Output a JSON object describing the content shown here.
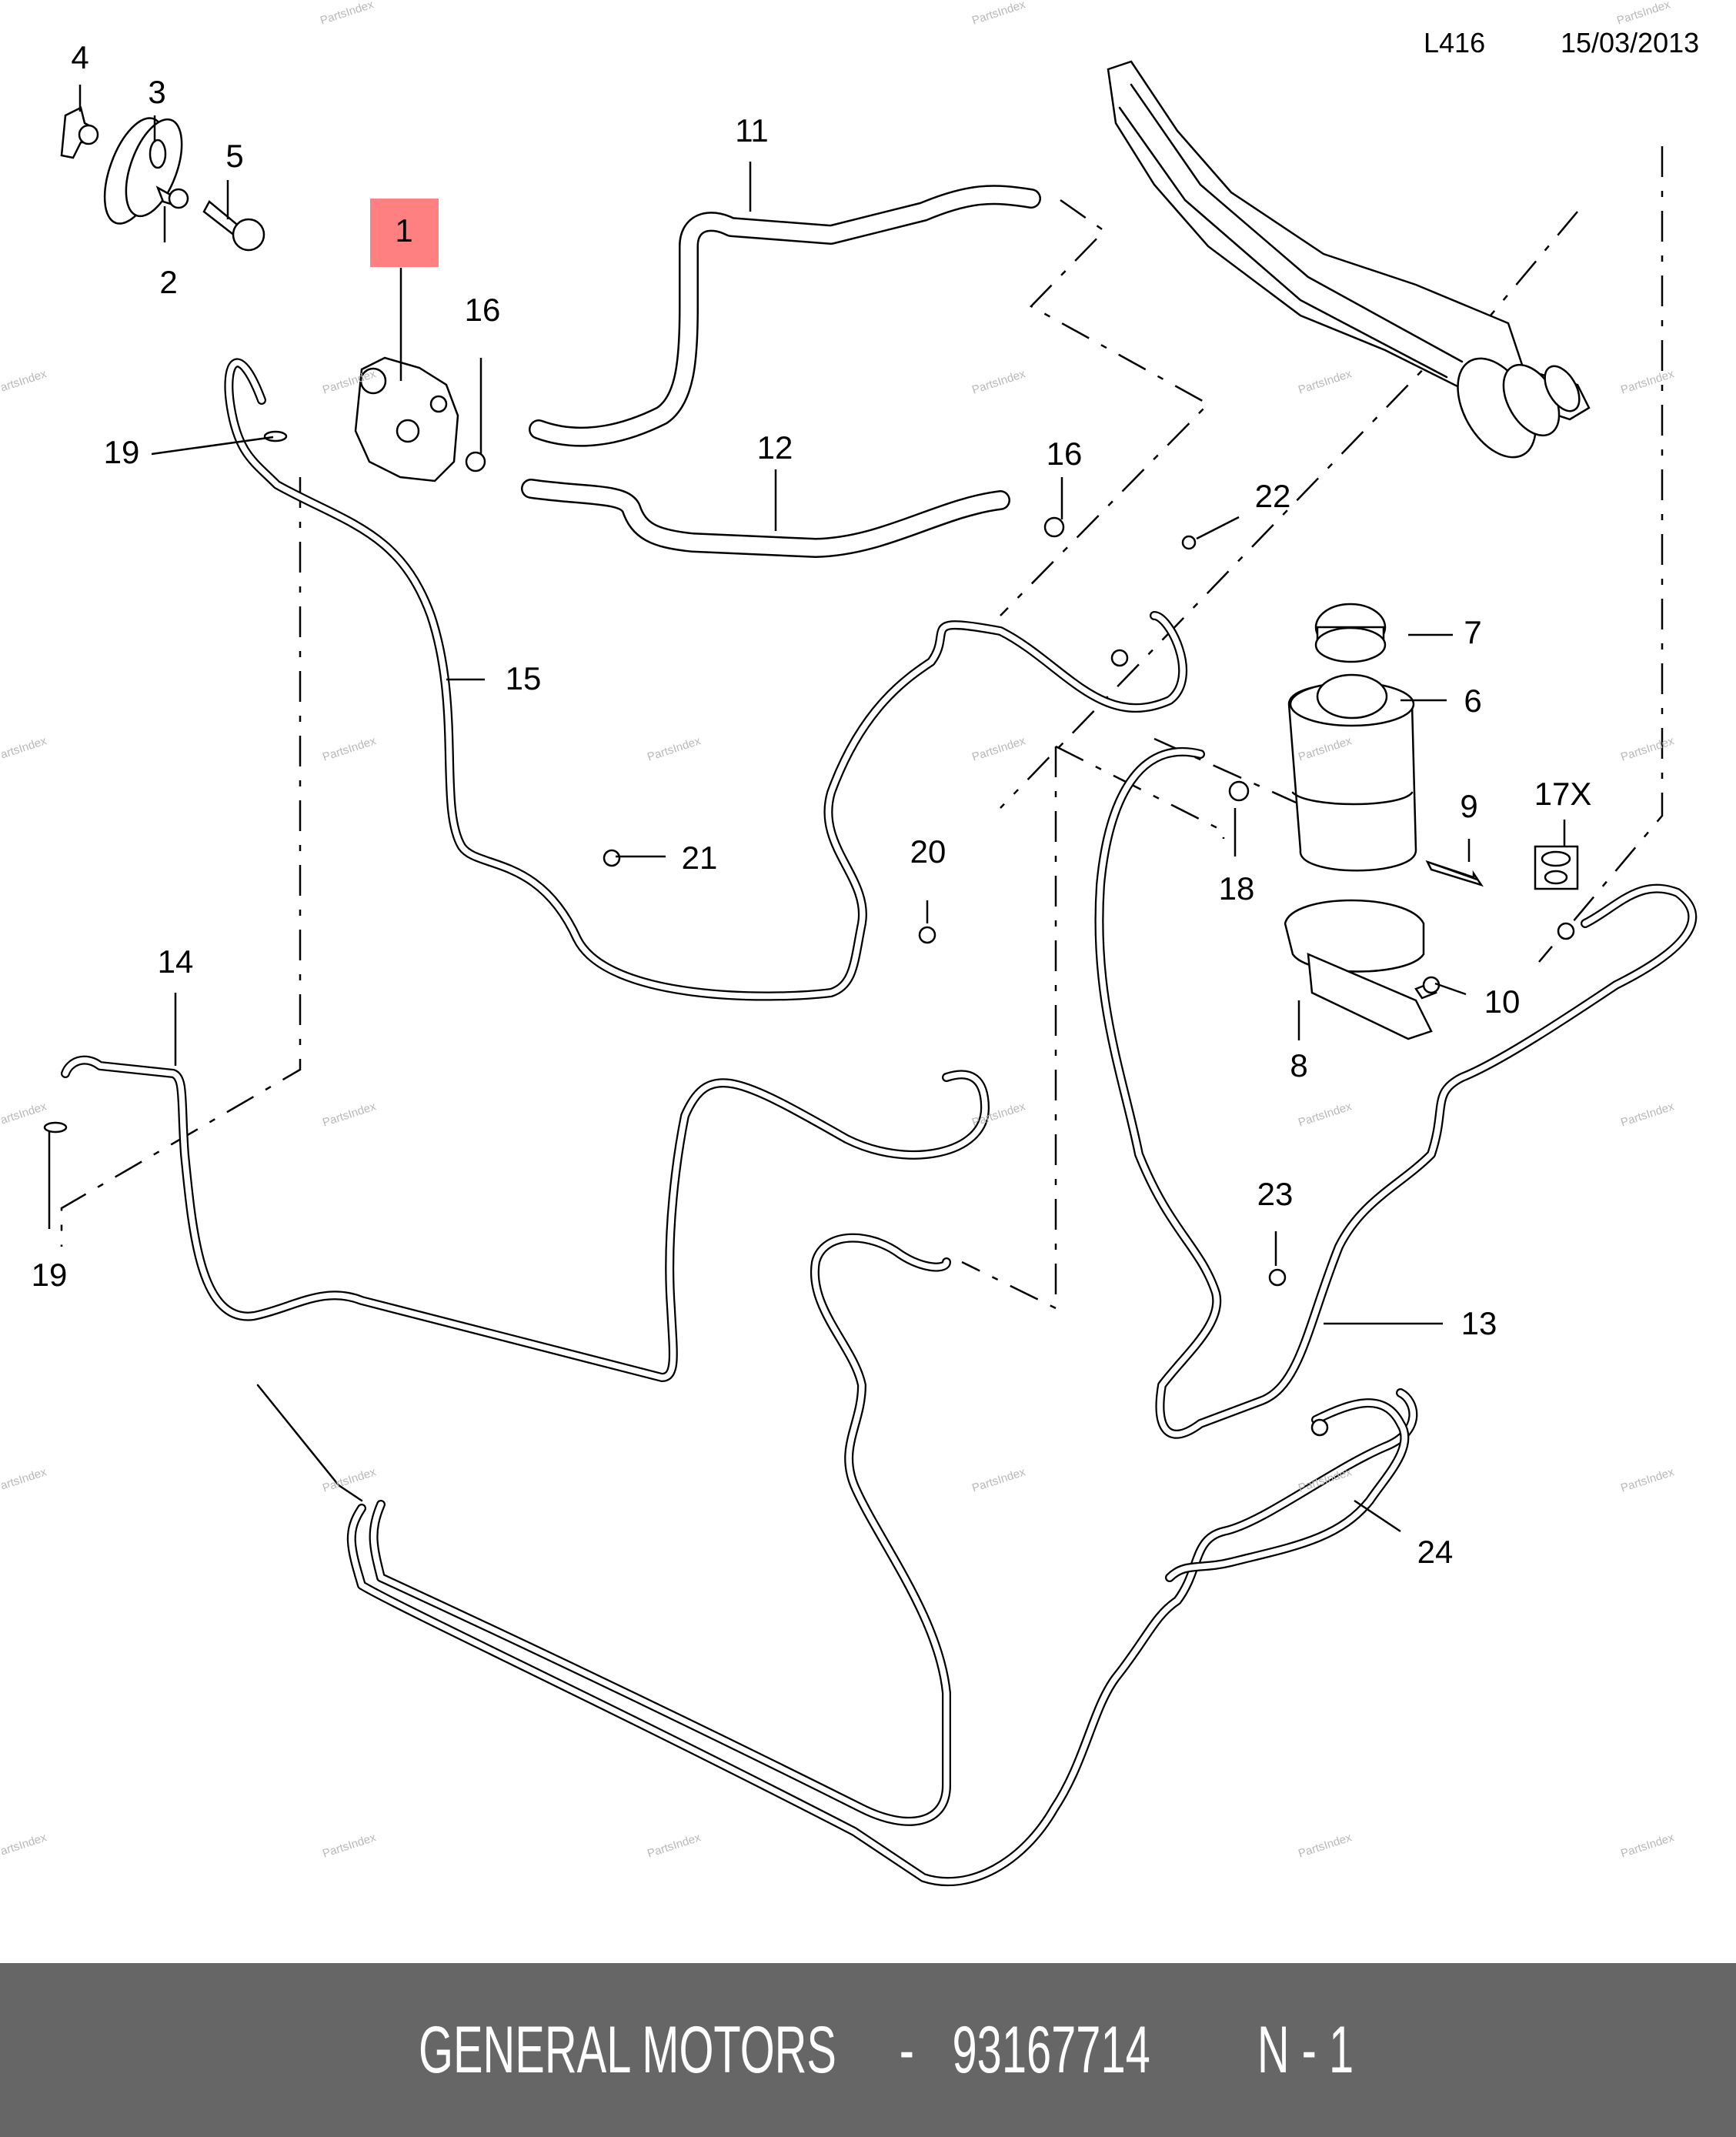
{
  "header": {
    "diagram_code": "L416",
    "date": "15/03/2013"
  },
  "highlight": {
    "callout": "1",
    "color": "#ff8080"
  },
  "callouts": [
    {
      "id": "c1",
      "label": "1",
      "highlighted": true
    },
    {
      "id": "c2",
      "label": "2"
    },
    {
      "id": "c3",
      "label": "3"
    },
    {
      "id": "c4",
      "label": "4"
    },
    {
      "id": "c5",
      "label": "5"
    },
    {
      "id": "c6",
      "label": "6"
    },
    {
      "id": "c7",
      "label": "7"
    },
    {
      "id": "c8",
      "label": "8"
    },
    {
      "id": "c9",
      "label": "9"
    },
    {
      "id": "c10",
      "label": "10"
    },
    {
      "id": "c11",
      "label": "11"
    },
    {
      "id": "c12",
      "label": "12"
    },
    {
      "id": "c13",
      "label": "13"
    },
    {
      "id": "c14",
      "label": "14"
    },
    {
      "id": "c15",
      "label": "15"
    },
    {
      "id": "c16a",
      "label": "16"
    },
    {
      "id": "c16b",
      "label": "16"
    },
    {
      "id": "c17x",
      "label": "17X"
    },
    {
      "id": "c18",
      "label": "18"
    },
    {
      "id": "c19a",
      "label": "19"
    },
    {
      "id": "c19b",
      "label": "19"
    },
    {
      "id": "c20",
      "label": "20"
    },
    {
      "id": "c21",
      "label": "21"
    },
    {
      "id": "c22",
      "label": "22"
    },
    {
      "id": "c23",
      "label": "23"
    },
    {
      "id": "c24",
      "label": "24"
    }
  ],
  "watermark": "PartsIndex",
  "footer": {
    "brand": "GENERAL MOTORS",
    "separator": "-",
    "part_number": "93167714",
    "page": "N - 1",
    "background": "#666666"
  }
}
